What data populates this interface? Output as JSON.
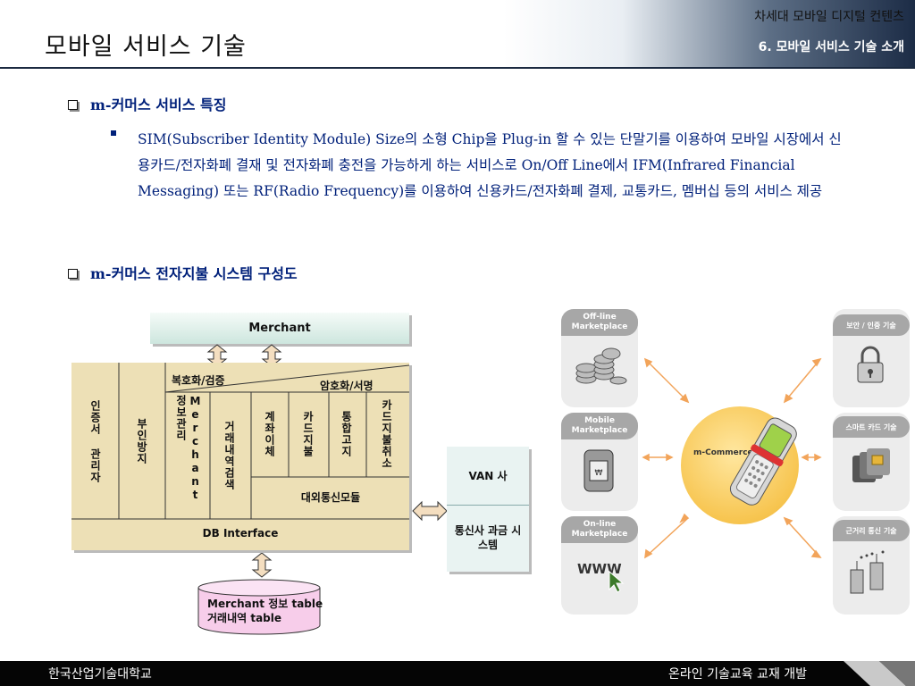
{
  "header": {
    "title": "모바일 서비스 기술",
    "top_right": "차세대 모바일 디지털 컨텐츠",
    "sub_right": "6. 모바일 서비스 기술 소개"
  },
  "sections": {
    "features_title": "m-커머스 서비스 특징",
    "features_bullet": "SIM(Subscriber Identity Module) Size의 소형 Chip을 Plug-in 할 수 있는 단말기를 이용하여 모바일 시장에서 신용카드/전자화폐 결재 및 전자화폐 충전을 가능하게 하는 서비스로 On/Off Line에서 IFM(Infrared Financial Messaging) 또는 RF(Radio Frequency)를 이용하여 신용카드/전자화폐 결제, 교통카드, 멤버십 등의 서비스 제공",
    "system_title": "m-커머스 전자지불 시스템 구성도"
  },
  "diagram": {
    "merchant": "Merchant",
    "decrypt_verify": "복호화/검증",
    "encrypt_sign": "암호화/서명",
    "col_auth_manager": "인증서 관리자",
    "col_repudiation": "부인방지",
    "col_merchant_info": "Merchant 정보관리",
    "col_txn_search": "거래내역검색",
    "col_account_transfer": "계좌이체",
    "col_card_payment": "카드지불",
    "col_notify": "통합고지",
    "col_card_cancel": "카드지불취소",
    "external_comm": "대외통신모듈",
    "db_interface": "DB Interface",
    "van": "VAN 사",
    "telecom_billing": "통신사 과금 시스템",
    "db_line1": "Merchant 정보 table",
    "db_line2": "거래내역 table"
  },
  "ecosystem": {
    "offline": "Off-line Marketplace",
    "mobile": "Mobile Marketplace",
    "online": "On-line Marketplace",
    "www": "WWW",
    "center": "m-Commerce",
    "security": "보안 / 인증 기술",
    "smartcard": "스마트 카드 기술",
    "shortrange": "근거리 통신 기술"
  },
  "footer": {
    "left": "한국산업기술대학교",
    "right": "온라인 기술교육 교재 개발"
  },
  "colors": {
    "accent_text": "#00207a",
    "beige": "#ede0b6",
    "header_dark": "#1c2c46"
  }
}
